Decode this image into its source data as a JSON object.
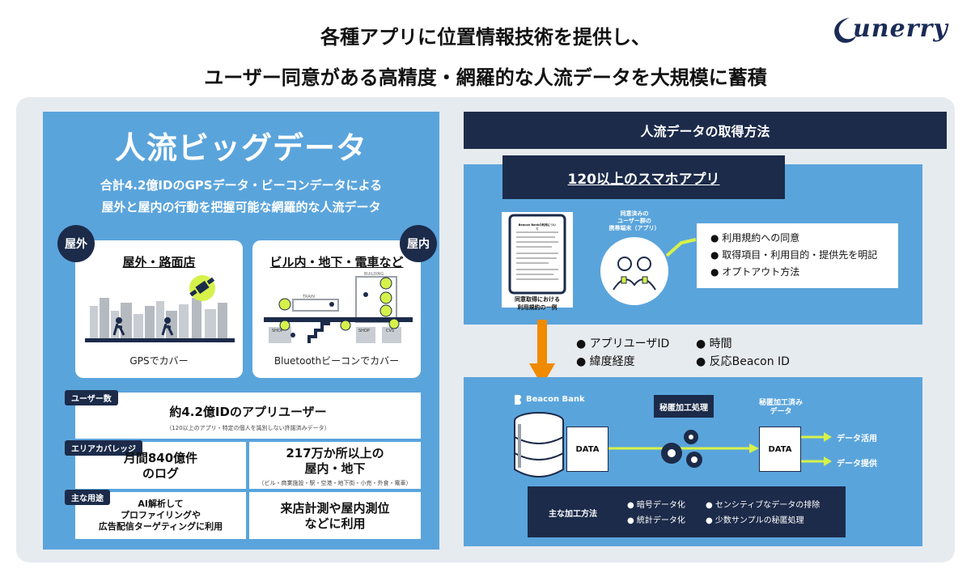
{
  "header": {
    "line1": "各種アプリに位置情報技術を提供し、",
    "line2": "ユーザー同意がある高精度・網羅的な人流データを大規模に蓄積",
    "logo_text": "unerry"
  },
  "left": {
    "title": "人流ビッグデータ",
    "subtitle1": "合計4.2億IDのGPSデータ・ビーコンデータによる",
    "subtitle2": "屋外と屋内の行動を把握可能な網羅的な人流データ",
    "outdoor": {
      "badge": "屋外",
      "title": "屋外・路面店",
      "caption": "GPSでカバー"
    },
    "indoor": {
      "badge": "屋内",
      "title": "ビル内・地下・電車など",
      "caption": "Bluetoothビーコンでカバー",
      "labels": [
        "BUILDING",
        "TRAIN",
        "SHOP",
        "SHOP",
        "CVS"
      ]
    },
    "users": {
      "tag": "ユーザー数",
      "main": "約4.2億IDのアプリユーザー",
      "note": "（120以上のアプリ・特定の個人を識別しない許諾済みデータ）"
    },
    "coverage": {
      "tag": "エリアカバレッジ",
      "left_line1": "月間840億件",
      "left_line2": "のログ",
      "right_line1": "217万か所以上の",
      "right_line2": "屋内・地下",
      "right_note": "（ビル・商業施設・駅・空港・地下街・小売・外食・電車）"
    },
    "uses": {
      "tag": "主な用途",
      "left_line1": "AI解析して",
      "left_line2": "プロファイリングや",
      "left_line3": "広告配信ターゲティングに利用",
      "right_line1": "来店計測や屋内測位",
      "right_line2": "などに利用"
    }
  },
  "right": {
    "header": "人流データの取得方法",
    "apps": "120以上のスマホアプリ",
    "terms_doc_title": "Beacon Bankの利用について",
    "terms_caption1": "同意取得における",
    "terms_caption2": "利用規約の一例",
    "consent_label1": "同意済みの",
    "consent_label2": "ユーザー群の",
    "consent_label3": "携帯端末（アプリ）",
    "consent_items": [
      "利用規約への同意",
      "取得項目・利用目的・提供先を明記",
      "オプトアウト方法"
    ],
    "collected_items": [
      "アプリユーザID",
      "時間",
      "緯度経度",
      "反応Beacon ID"
    ],
    "beacon_bank": "Beacon Bank",
    "anonymize": "秘匿加工処理",
    "anonymized_label1": "秘匿加工済み",
    "anonymized_label2": "データ",
    "data_label": "DATA",
    "outputs": [
      "データ活用",
      "データ提供"
    ],
    "methods_title": "主な加工方法",
    "methods": [
      "暗号データ化",
      "センシティブなデータの排除",
      "統計データ化",
      "少数サンプルの秘匿処理"
    ]
  },
  "colors": {
    "navy": "#1c2b4a",
    "blue": "#5aa4dc",
    "accent": "#d6f24a",
    "orange": "#f08a00"
  }
}
